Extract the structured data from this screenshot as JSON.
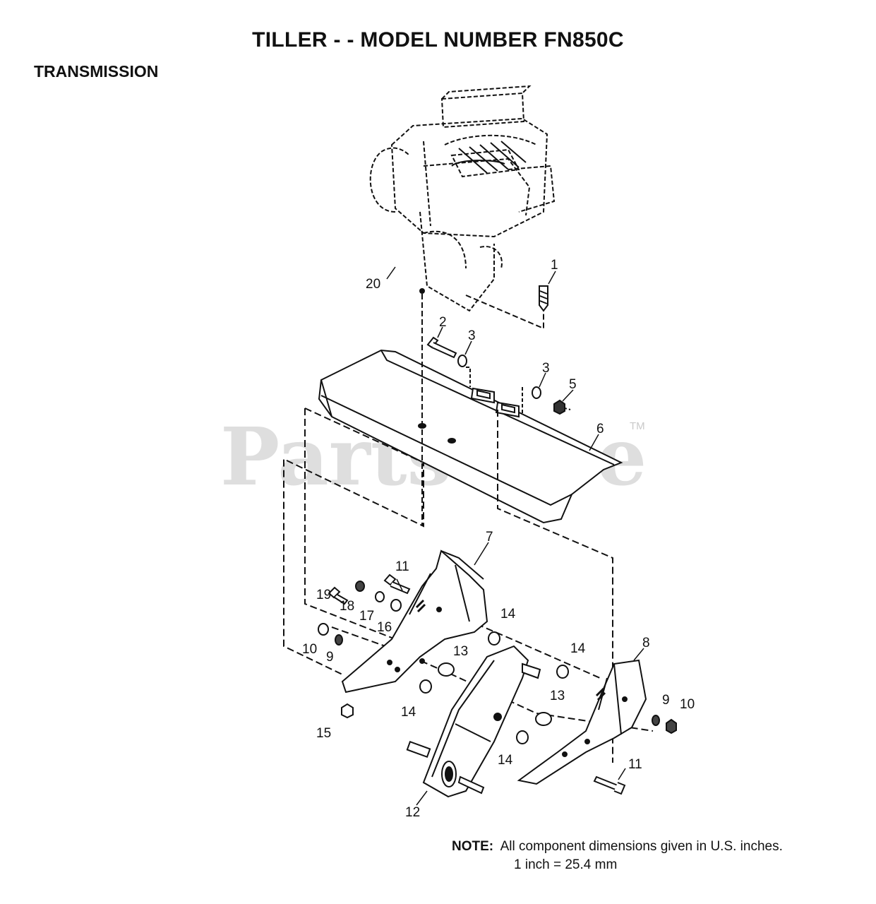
{
  "title": "TILLER - - MODEL NUMBER FN850C",
  "section": "TRANSMISSION",
  "watermark": {
    "text": "PartsTree",
    "tm": "TM"
  },
  "parts": [
    {
      "label": "1"
    },
    {
      "label": "2"
    },
    {
      "label": "3"
    },
    {
      "label": "3"
    },
    {
      "label": "5"
    },
    {
      "label": "6"
    },
    {
      "label": "7"
    },
    {
      "label": "8"
    },
    {
      "label": "9"
    },
    {
      "label": "9"
    },
    {
      "label": "10"
    },
    {
      "label": "10"
    },
    {
      "label": "11"
    },
    {
      "label": "11"
    },
    {
      "label": "12"
    },
    {
      "label": "13"
    },
    {
      "label": "13"
    },
    {
      "label": "14"
    },
    {
      "label": "14"
    },
    {
      "label": "14"
    },
    {
      "label": "14"
    },
    {
      "label": "15"
    },
    {
      "label": "16"
    },
    {
      "label": "17"
    },
    {
      "label": "18"
    },
    {
      "label": "19"
    },
    {
      "label": "20"
    }
  ],
  "note": {
    "label": "NOTE:",
    "line1": "All component dimensions given in U.S. inches.",
    "line2": "1 inch = 25.4 mm"
  }
}
